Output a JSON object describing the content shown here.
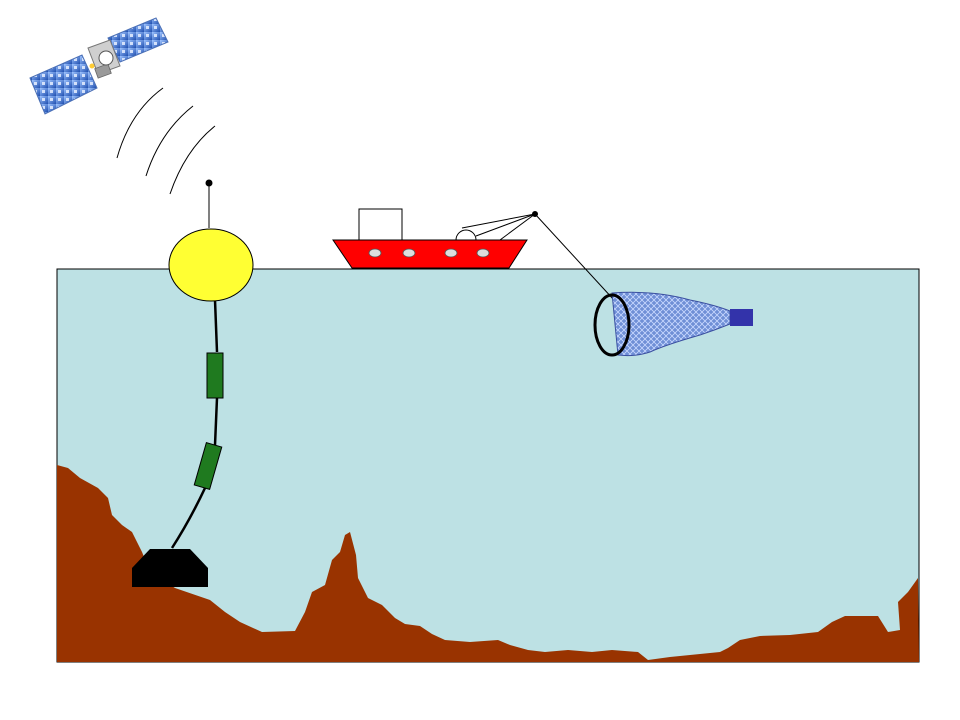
{
  "scene": {
    "elements": [
      "satellite-icon",
      "radio-signal-arcs",
      "surface-buoy",
      "buoy-antenna",
      "mooring-line",
      "instrument-1",
      "instrument-2",
      "anchor-weight",
      "research-vessel",
      "vessel-crane",
      "tow-line",
      "plankton-net",
      "cod-end-collector",
      "seafloor-terrain"
    ],
    "colors": {
      "sky": "#ffffff",
      "water": "#bde1e4",
      "seafloor": "#993300",
      "buoy": "#ffff33",
      "ship_hull": "#ff0000",
      "instrument": "#1f7a1f",
      "anchor": "#000000",
      "net_mesh": "#7f9fdf",
      "cod_end": "#3333aa",
      "solar_panel": "#3f73d6"
    }
  }
}
